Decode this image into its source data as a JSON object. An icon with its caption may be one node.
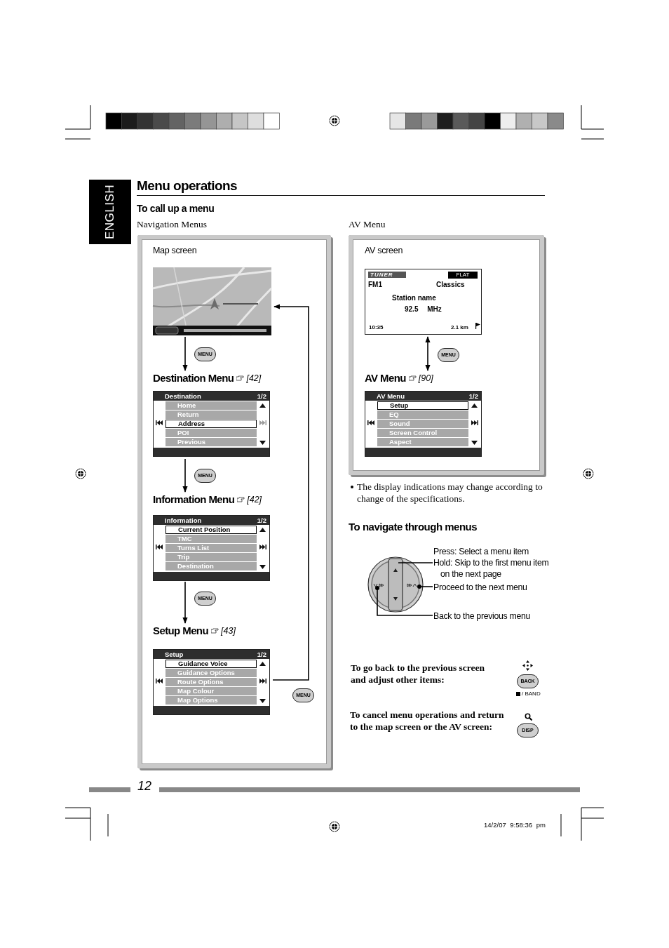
{
  "diagram": {
    "title": "Menu operations",
    "nodes": [
      {
        "text": [
          "Navigation Menus"
        ]
      },
      {
        "text": [
          "Map screen"
        ],
        "in": 0
      },
      {
        "text": [
          "Destination Menu",
          "[42]",
          "Destination",
          "1/2",
          "Home",
          "Return",
          "Address",
          "POI",
          "Previous"
        ],
        "in": 0
      },
      {
        "text": [
          "Information Menu",
          "[42]",
          "Information",
          "1/2",
          "Current Position",
          "TMC",
          "Turns List",
          "Trip",
          "Destination"
        ],
        "in": 0
      },
      {
        "text": [
          "Setup Menu",
          "[43]",
          "Setup",
          "1/2",
          "Guidance Voice",
          "Guidance Options",
          "Route Options",
          "Map Colour",
          "Map Options"
        ],
        "in": 0
      },
      {
        "text": [
          "AV Menu"
        ]
      },
      {
        "text": [
          "AV screen",
          "TUNER",
          "FLAT",
          "FM1",
          "Classics",
          "Station name",
          "92.5 MHz",
          "10:35",
          "2.1 km"
        ],
        "in": 5
      },
      {
        "text": [
          "AV Menu",
          "[90]",
          "AV Menu",
          "1/2",
          "Setup",
          "EQ",
          "Sound",
          "Screen Control",
          "Aspect"
        ],
        "in": 5
      },
      {
        "text": [
          "Press: Select a menu item",
          "Hold: Skip to the first menu item on the next page"
        ]
      },
      {
        "text": [
          "Proceed to the next menu"
        ]
      },
      {
        "text": [
          "Back to the previous menu"
        ]
      }
    ],
    "edges": [
      {
        "from": 1,
        "to": 2,
        "arrow": "to",
        "label": "MENU"
      },
      {
        "from": 2,
        "to": 3,
        "arrow": "to",
        "label": "MENU"
      },
      {
        "from": 3,
        "to": 4,
        "arrow": "to",
        "label": "MENU"
      },
      {
        "from": 4,
        "to": 1,
        "arrow": "to",
        "label": "MENU"
      },
      {
        "from": 6,
        "to": 7,
        "arrow": "both",
        "label": "MENU"
      },
      {
        "from": 8,
        "to": null,
        "arrow": "none"
      },
      {
        "from": 9,
        "to": null,
        "arrow": "other"
      },
      {
        "from": 10,
        "to": null,
        "arrow": "other"
      }
    ],
    "labels": [
      "ENGLISH",
      "To call up a menu",
      "The display indications may change according to change of the specifications.",
      "To navigate through menus",
      "To go back to the previous screen and adjust other items:",
      "BACK",
      "/ BAND",
      "To cancel menu operations and return to the map screen or the AV screen:",
      "DISP",
      "12",
      "14/2/07 9:58:36 pm"
    ]
  }
}
